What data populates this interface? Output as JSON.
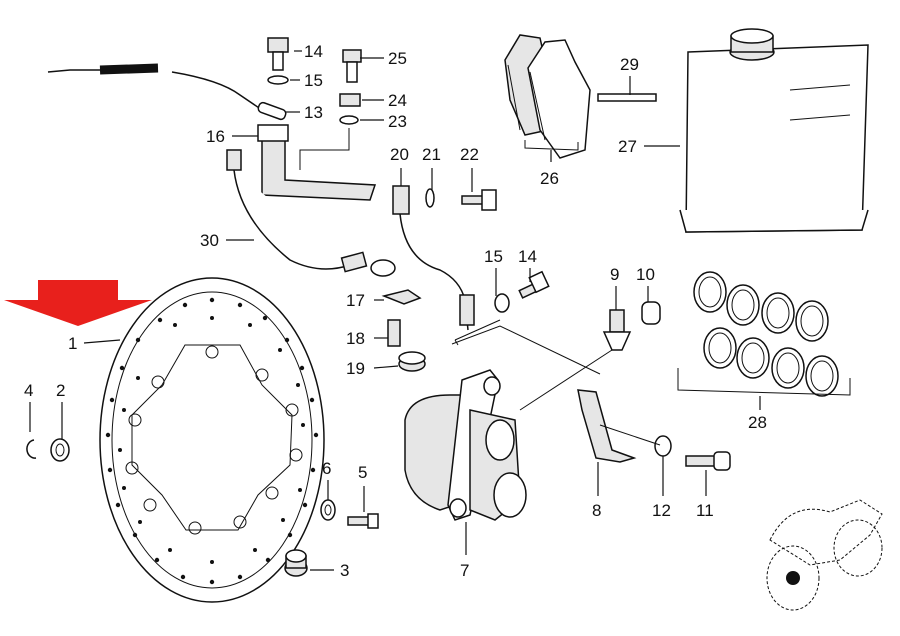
{
  "callouts": {
    "c1": "1",
    "c2": "2",
    "c3": "3",
    "c4": "4",
    "c5": "5",
    "c6": "6",
    "c7": "7",
    "c8": "8",
    "c9": "9",
    "c10": "10",
    "c11": "11",
    "c12": "12",
    "c13": "13",
    "c14a": "14",
    "c14b": "14",
    "c15a": "15",
    "c15b": "15",
    "c16": "16",
    "c17": "17",
    "c18": "18",
    "c19": "19",
    "c20": "20",
    "c21": "21",
    "c22": "22",
    "c23": "23",
    "c24": "24",
    "c25": "25",
    "c26": "26",
    "c27": "27",
    "c28": "28",
    "c29": "29",
    "c30": "30"
  },
  "colors": {
    "arrow": "#e8201c",
    "line": "#111111",
    "fill": "#e6e6e6"
  },
  "icons": [
    "arrow-indicator-icon",
    "motorcycle-silhouette-icon"
  ]
}
